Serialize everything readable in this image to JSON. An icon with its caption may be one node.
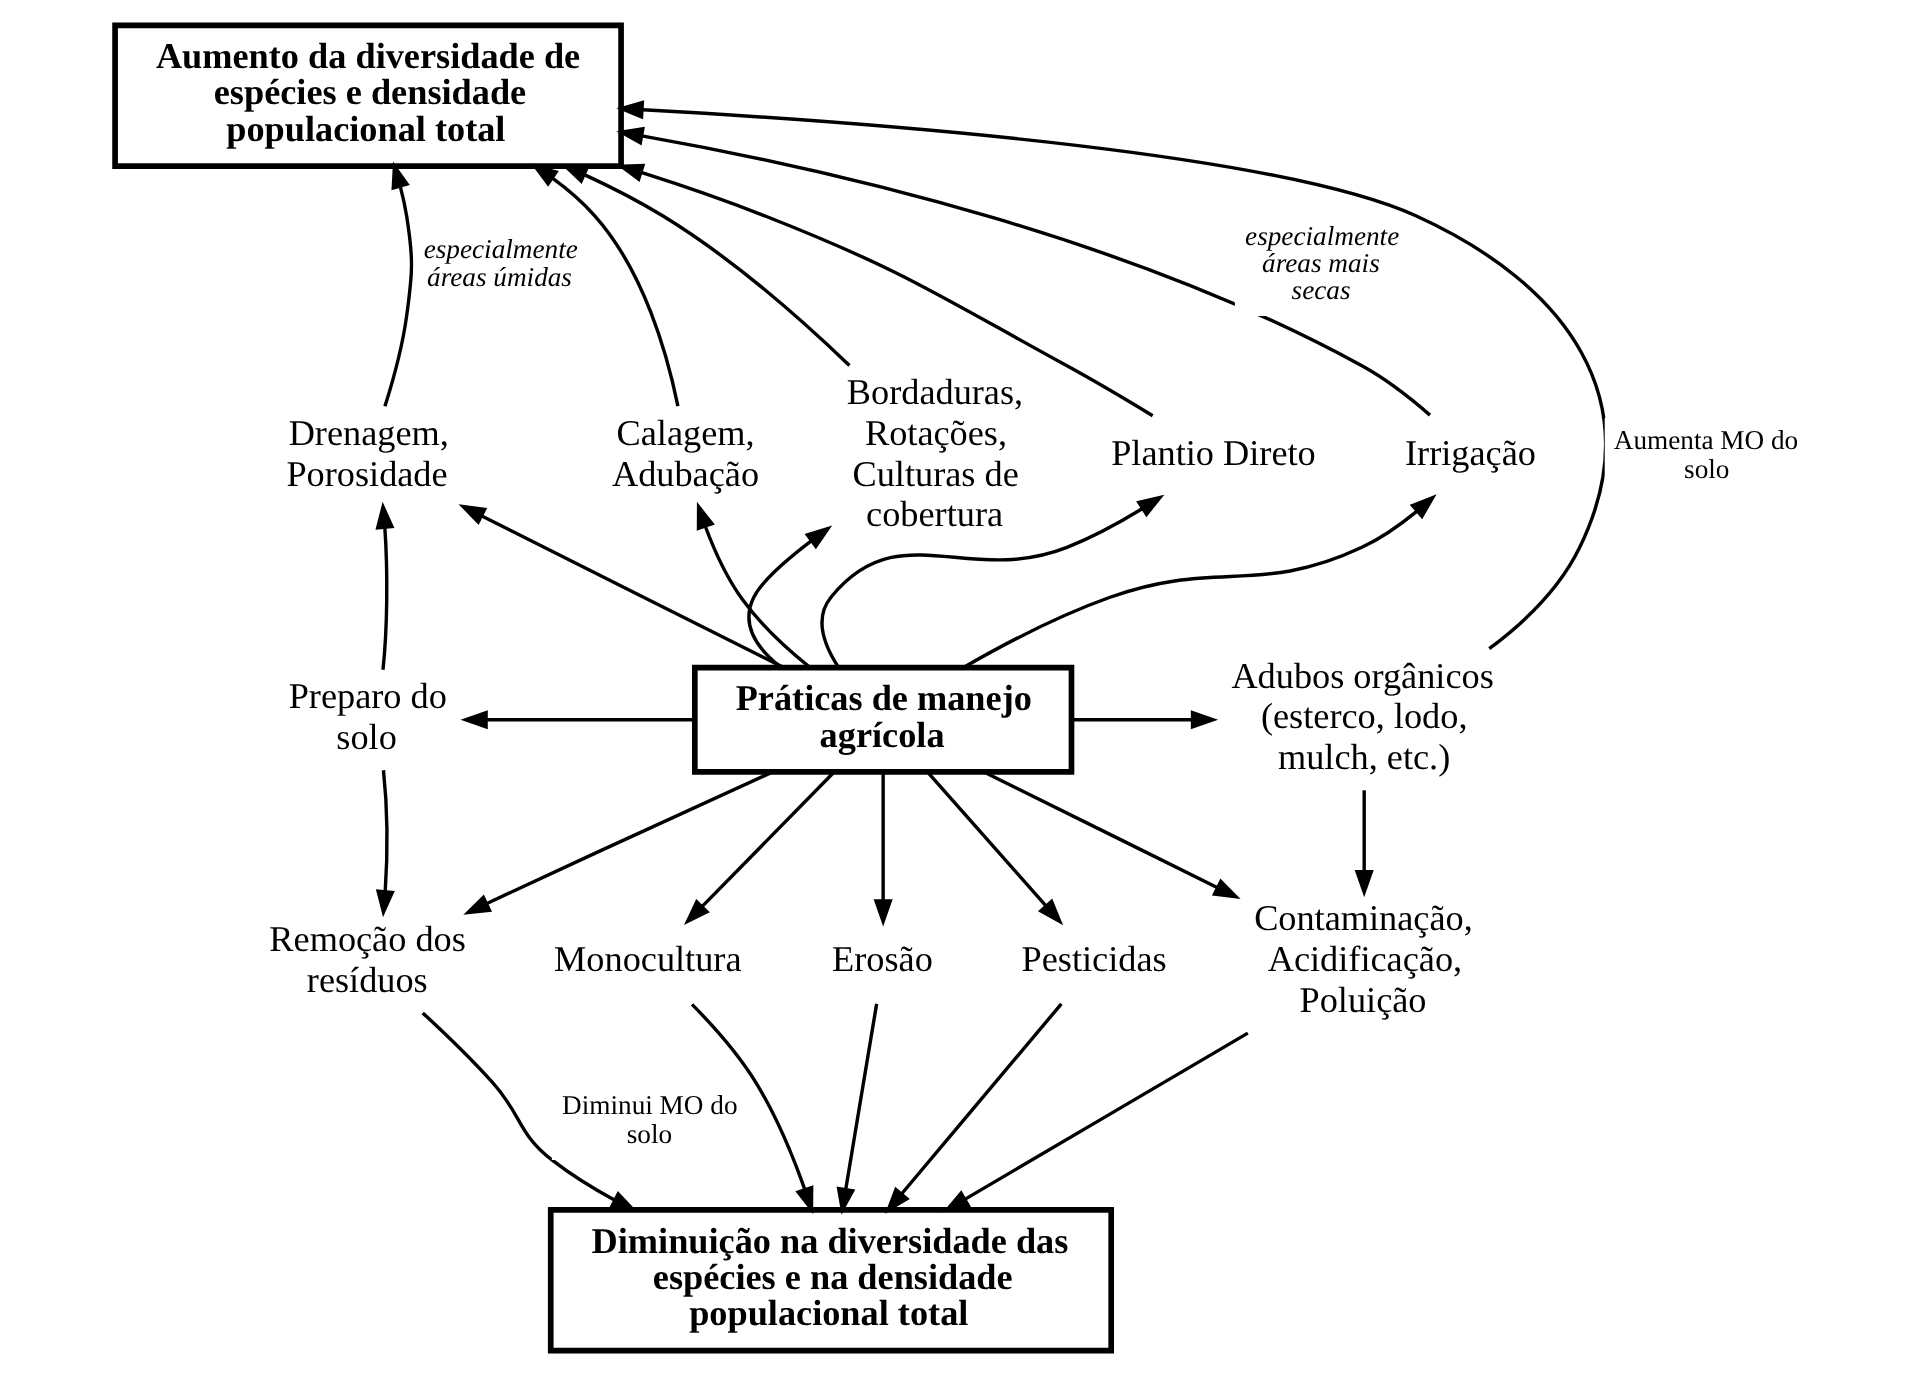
{
  "diagram": {
    "nodes": [
      {
        "text": [
          "Aumento da diversidade de espécies e densidade populacional total"
        ]
      },
      {
        "text": [
          "Drenagem, Porosidade"
        ]
      },
      {
        "text": [
          "Calagem, Adubação"
        ]
      },
      {
        "text": [
          "Bordaduras, Rotações, Culturas de cobertura"
        ]
      },
      {
        "text": [
          "Plantio Direto"
        ]
      },
      {
        "text": [
          "Irrigação"
        ]
      },
      {
        "text": [
          "Preparo do solo"
        ]
      },
      {
        "text": [
          "Práticas de manejo agrícola"
        ]
      },
      {
        "text": [
          "Adubos orgânicos (esterco, lodo, mulch, etc.)"
        ]
      },
      {
        "text": [
          "Remoção dos resíduos"
        ]
      },
      {
        "text": [
          "Monocultura"
        ]
      },
      {
        "text": [
          "Erosão"
        ]
      },
      {
        "text": [
          "Pesticidas"
        ]
      },
      {
        "text": [
          "Contaminação, Acidificação, Poluição"
        ]
      },
      {
        "text": [
          "Diminuição na diversidade das espécies e na densidade populacional total"
        ]
      }
    ],
    "edges": [
      {
        "from": 1,
        "to": 0,
        "arrow": "to",
        "label": "especialmente áreas úmidas"
      },
      {
        "from": 2,
        "to": 0,
        "arrow": "to"
      },
      {
        "from": 3,
        "to": 0,
        "arrow": "to"
      },
      {
        "from": 4,
        "to": 0,
        "arrow": "to"
      },
      {
        "from": 5,
        "to": 0,
        "arrow": "to",
        "label": "especialmente áreas mais secas"
      },
      {
        "from": 8,
        "to": 0,
        "arrow": "to",
        "label": "Aumenta MO do solo"
      },
      {
        "from": 7,
        "to": 1,
        "arrow": "to"
      },
      {
        "from": 7,
        "to": 2,
        "arrow": "to"
      },
      {
        "from": 7,
        "to": 3,
        "arrow": "to"
      },
      {
        "from": 7,
        "to": 4,
        "arrow": "to"
      },
      {
        "from": 7,
        "to": 5,
        "arrow": "to"
      },
      {
        "from": 7,
        "to": 6,
        "arrow": "to"
      },
      {
        "from": 7,
        "to": 8,
        "arrow": "to"
      },
      {
        "from": 6,
        "to": 1,
        "arrow": "to"
      },
      {
        "from": 6,
        "to": 9,
        "arrow": "to"
      },
      {
        "from": 7,
        "to": 9,
        "arrow": "to"
      },
      {
        "from": 7,
        "to": 10,
        "arrow": "to"
      },
      {
        "from": 7,
        "to": 11,
        "arrow": "to"
      },
      {
        "from": 7,
        "to": 12,
        "arrow": "to"
      },
      {
        "from": 7,
        "to": 13,
        "arrow": "to"
      },
      {
        "from": 8,
        "to": 13,
        "arrow": "to"
      },
      {
        "from": 9,
        "to": 14,
        "arrow": "to",
        "label": "Diminui MO do solo"
      },
      {
        "from": 10,
        "to": 14,
        "arrow": "to"
      },
      {
        "from": 11,
        "to": 14,
        "arrow": "to"
      },
      {
        "from": 12,
        "to": 14,
        "arrow": "to"
      },
      {
        "from": 13,
        "to": 14,
        "arrow": "to"
      }
    ]
  }
}
